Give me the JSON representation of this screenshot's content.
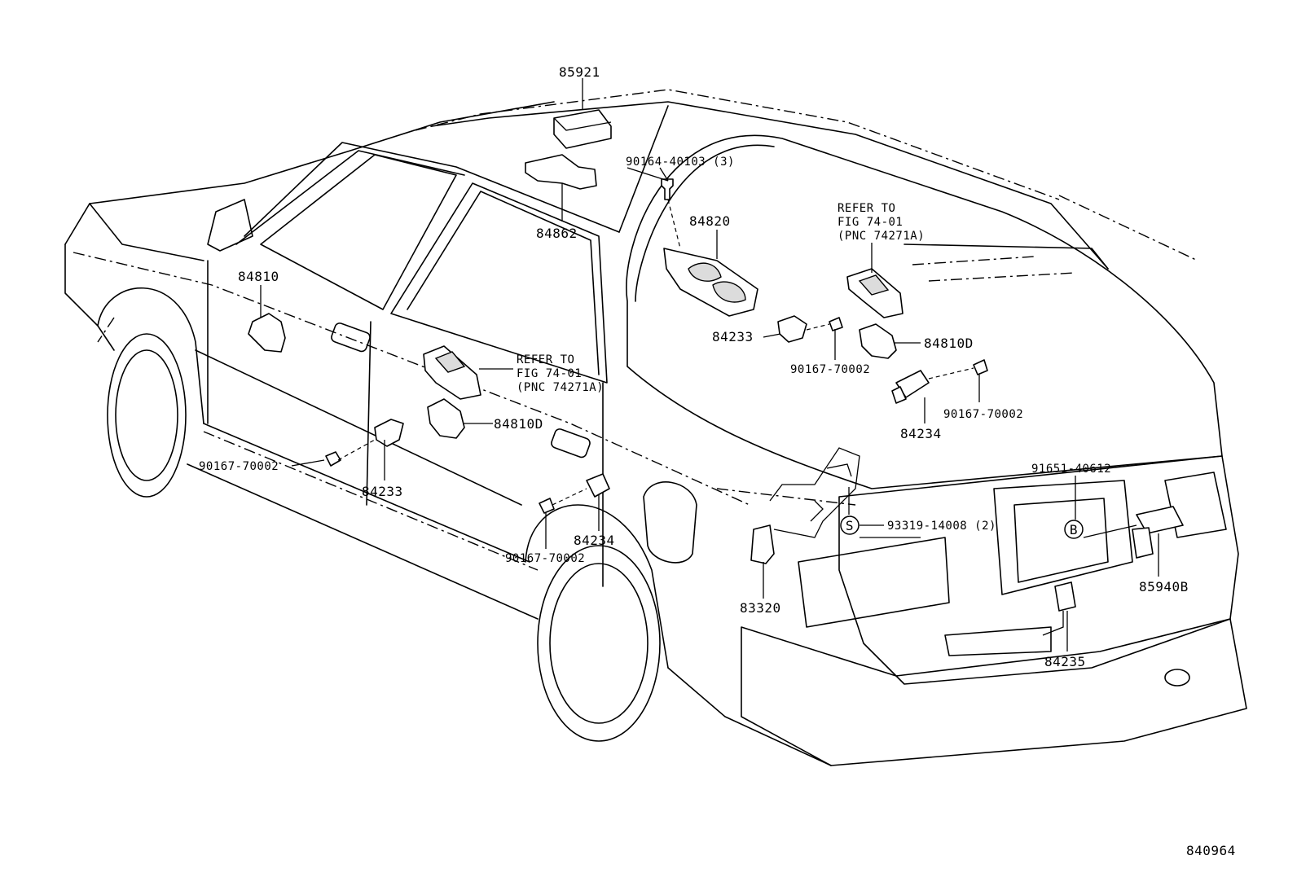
{
  "diagram_id": "840964",
  "labels": {
    "l85921": "85921",
    "l90164": "90164-40103 (3)",
    "l84862": "84862",
    "l84820": "84820",
    "l84810": "84810",
    "refer_a1": "REFER TO",
    "refer_a2": "FIG 74-01",
    "refer_a3": "(PNC 74271A)",
    "refer_b1": "REFER TO",
    "refer_b2": "FIG 74-01",
    "refer_b3": "(PNC 74271A)",
    "l84233_a": "84233",
    "l84233_b": "84233",
    "l90167_a": "90167-70002",
    "l84810D_a": "84810D",
    "l84810D_b": "84810D",
    "l90167_b": "90167-70002",
    "l90167_c": "90167-70002",
    "l84234_a": "84234",
    "l84234_b": "84234",
    "l90167_d": "90167-70002",
    "l91651": "91651-40612",
    "l93319": "93319-14008 (2)",
    "sym_s": "S",
    "sym_b": "B",
    "l85940B": "85940B",
    "l83320": "83320",
    "l84235": "84235"
  }
}
